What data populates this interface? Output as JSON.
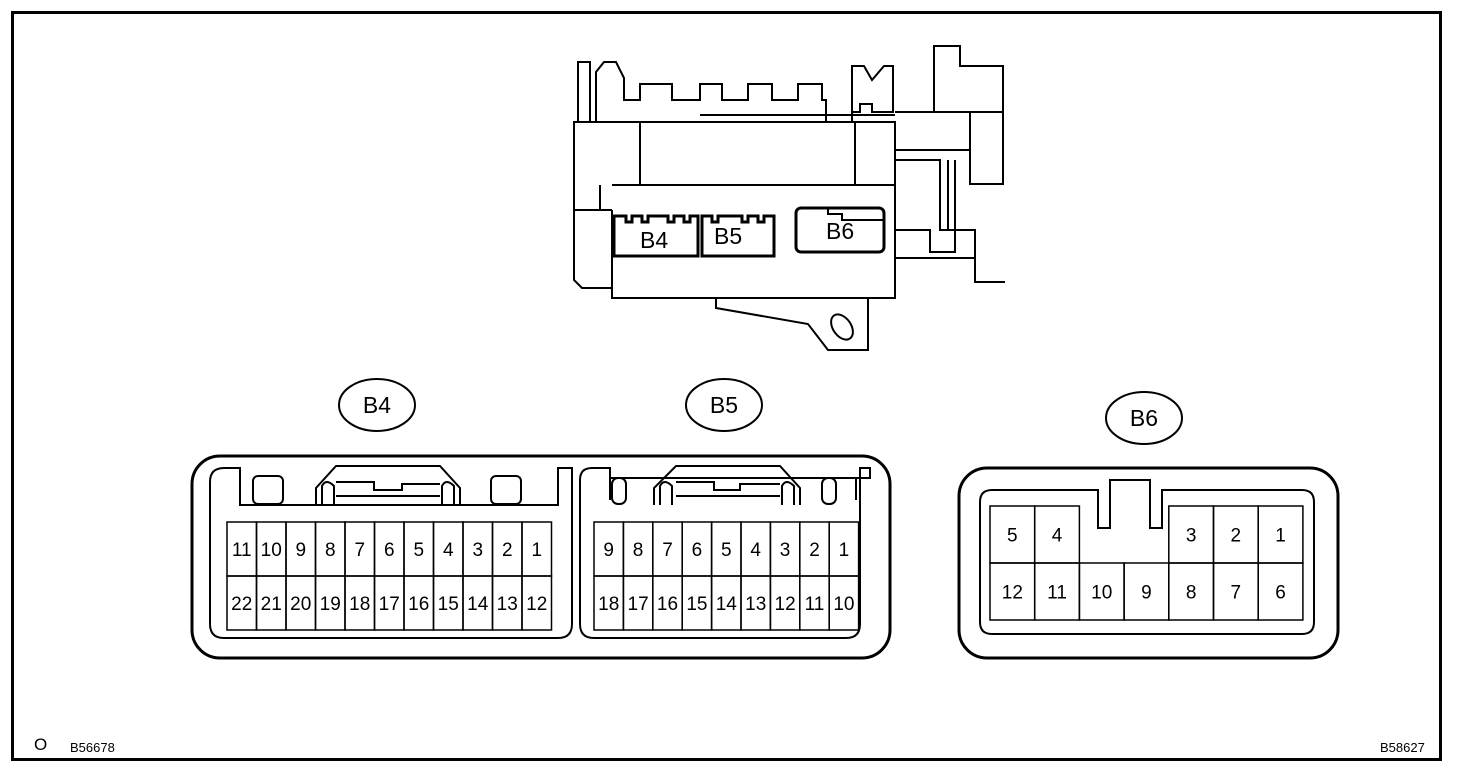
{
  "header_illustration": {
    "labels": {
      "b4": "B4",
      "b5": "B5",
      "b6": "B6"
    }
  },
  "connectors": {
    "b4": {
      "name": "B4",
      "top_row": [
        "11",
        "10",
        "9",
        "8",
        "7",
        "6",
        "5",
        "4",
        "3",
        "2",
        "1"
      ],
      "bottom_row": [
        "22",
        "21",
        "20",
        "19",
        "18",
        "17",
        "16",
        "15",
        "14",
        "13",
        "12"
      ]
    },
    "b5": {
      "name": "B5",
      "top_row": [
        "9",
        "8",
        "7",
        "6",
        "5",
        "4",
        "3",
        "2",
        "1"
      ],
      "bottom_row": [
        "18",
        "17",
        "16",
        "15",
        "14",
        "13",
        "12",
        "11",
        "10"
      ]
    },
    "b6": {
      "name": "B6",
      "top_row": [
        "5",
        "4",
        "",
        "",
        "3",
        "2",
        "1"
      ],
      "bottom_row": [
        "12",
        "11",
        "10",
        "9",
        "8",
        "7",
        "6"
      ]
    }
  },
  "footer": {
    "left_mark": "O",
    "left_code": "B56678",
    "right_code": "B58627"
  }
}
